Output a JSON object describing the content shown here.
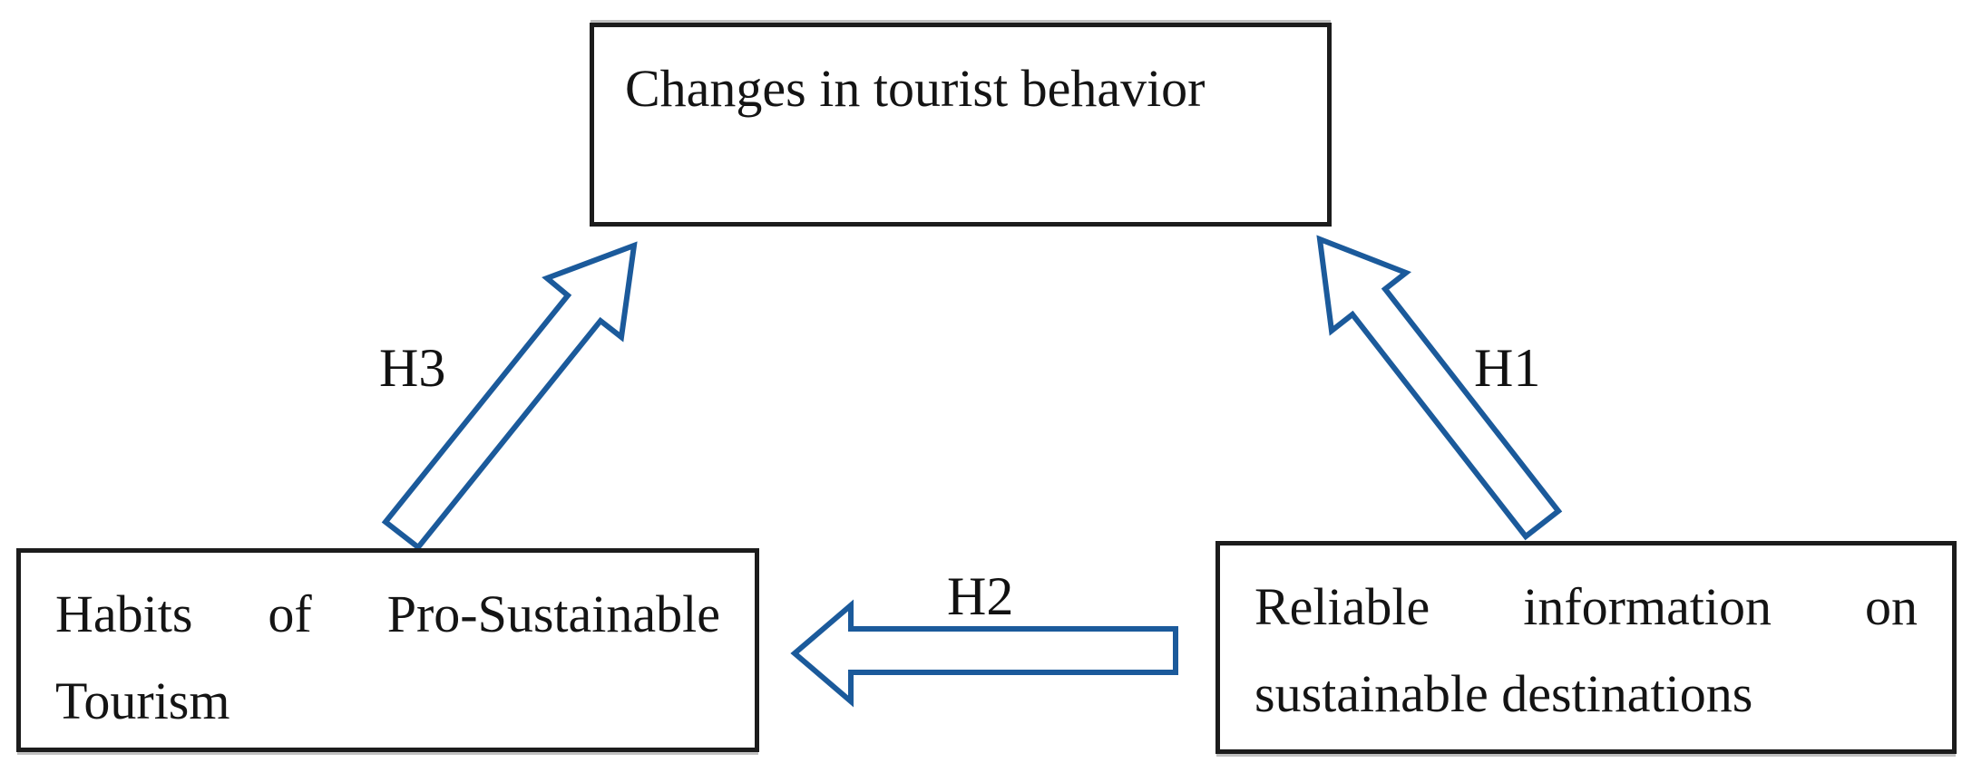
{
  "figure": {
    "type": "conceptual-model-diagram",
    "background": "#ffffff",
    "accent_color": "#1b5a9b",
    "border_color": "#1c1c1c",
    "text_color": "#141414"
  },
  "nodes": {
    "top": {
      "label": "Changes in tourist behavior"
    },
    "bottom_left": {
      "label": "Habits of Pro-Sustainable Tourism"
    },
    "bottom_right": {
      "label": "Reliable information on sustainable destinations"
    }
  },
  "edges": [
    {
      "id": "H1",
      "label": "H1",
      "from": "bottom_right",
      "to": "top",
      "direction": "up-left-diagonal"
    },
    {
      "id": "H2",
      "label": "H2",
      "from": "bottom_right",
      "to": "bottom_left",
      "direction": "left-horizontal"
    },
    {
      "id": "H3",
      "label": "H3",
      "from": "bottom_left",
      "to": "top",
      "direction": "up-right-diagonal"
    }
  ]
}
